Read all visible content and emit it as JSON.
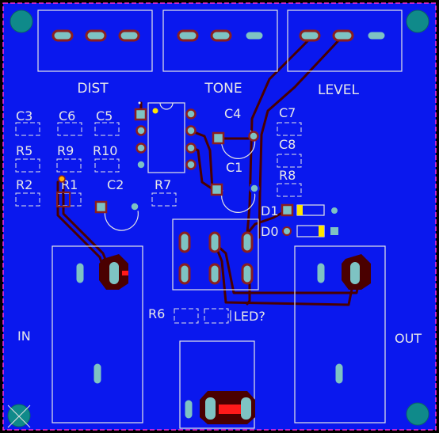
{
  "colors": {
    "background": "#000000",
    "board": "#0a18ee",
    "silkscreen": "#e6e6e6",
    "trace": "#4a0000",
    "pad_ring": "#8a1f1f",
    "pad_fill": "#7ec3c3",
    "mount_hole": "#0f8a8a",
    "outline": "#ff2ad0",
    "highlight": "#ffe600"
  },
  "pot_labels": {
    "dist": "DIST",
    "tone": "TONE",
    "level": "LEVEL"
  },
  "ref": {
    "c3": "C3",
    "c6": "C6",
    "c5": "C5",
    "c4": "C4",
    "c7": "C7",
    "c8": "C8",
    "r5": "R5",
    "r9": "R9",
    "r10": "R10",
    "r2": "R2",
    "r1": "R1",
    "c2": "C2",
    "r7": "R7",
    "c1": "C1",
    "r8": "R8",
    "d1": "D1",
    "d0": "D0",
    "r6": "R6",
    "led": "LED?"
  },
  "jack_labels": {
    "in": "IN",
    "out": "OUT"
  }
}
